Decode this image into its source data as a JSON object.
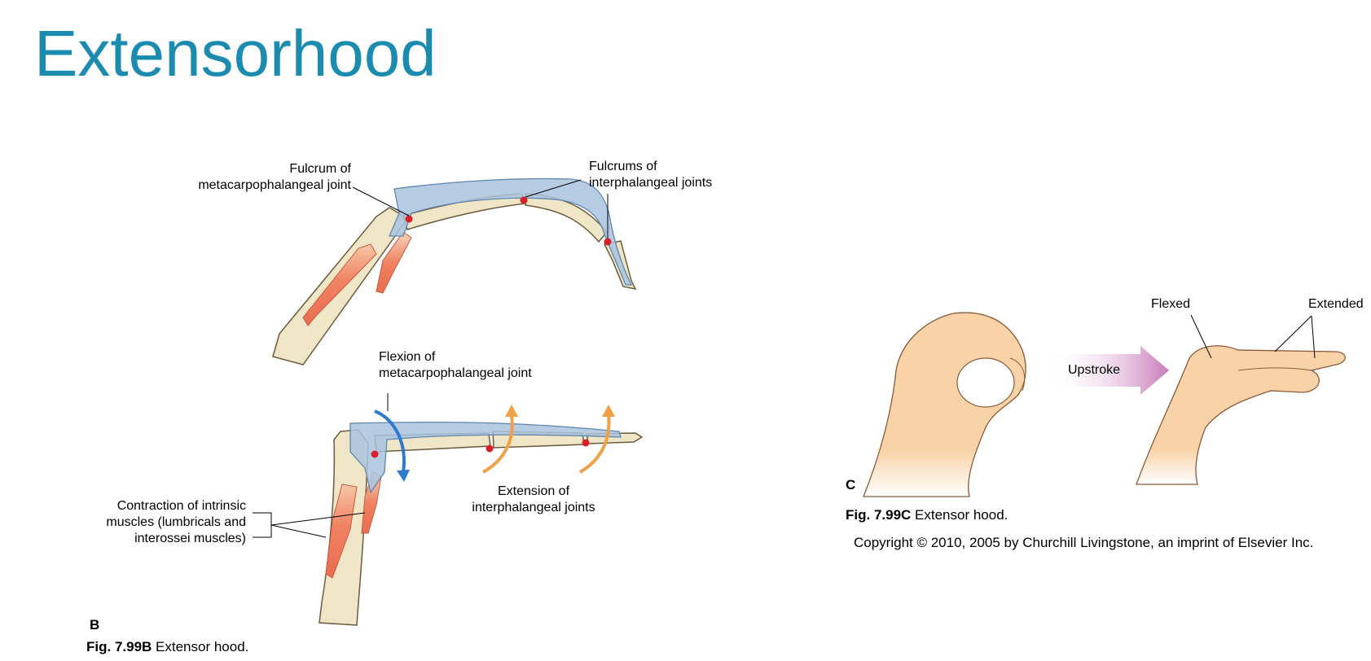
{
  "title": "Extensorhood",
  "figure_b": {
    "label_fulcrum_mcp_1": "Fulcrum of",
    "label_fulcrum_mcp_2": "metacarpophalangeal joint",
    "label_fulcrums_ip_1": "Fulcrums of",
    "label_fulcrums_ip_2": "interphalangeal joints",
    "label_flexion_1": "Flexion of",
    "label_flexion_2": "metacarpophalangeal joint",
    "label_contraction_1": "Contraction of intrinsic",
    "label_contraction_2": "muscles (lumbricals and",
    "label_contraction_3": "interossei muscles)",
    "label_extension_1": "Extension of",
    "label_extension_2": "interphalangeal joints",
    "panel_letter": "B",
    "caption_bold": "Fig. 7.99B",
    "caption_text": " Extensor hood."
  },
  "figure_c": {
    "label_flexed": "Flexed",
    "label_extended": "Extended",
    "label_upstroke": "Upstroke",
    "panel_letter": "C",
    "caption_bold": "Fig. 7.99C",
    "caption_text": " Extensor hood."
  },
  "copyright": "Copyright © 2010, 2005 by Churchill Livingstone, an imprint of Elsevier Inc.",
  "colors": {
    "title": "#1c8bb0",
    "bone": "#efe6c8",
    "hood": "#a9c3de",
    "muscle": "#f08262",
    "joint_dot": "#d8202b",
    "flex_arrow": "#2f7ad1",
    "ext_arrow": "#f0a047",
    "skin": "#f8d3a8",
    "upstroke": "#c779b8"
  }
}
